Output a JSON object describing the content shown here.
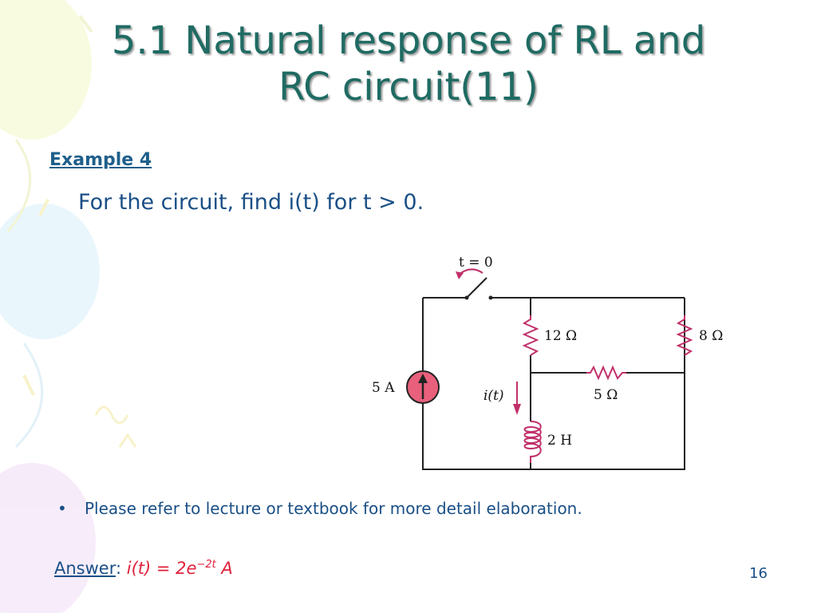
{
  "slide": {
    "title_line1": "5.1 Natural response of RL and",
    "title_line2": "RC circuit(11)",
    "example_label": "Example 4",
    "question": "For the circuit, find i(t) for t > 0.",
    "note_bullet": "•",
    "note": "Please refer to lecture or textbook for more detail elaboration.",
    "answer_label": "Answer",
    "answer_sep": ":",
    "answer_expr": "i(t) = 2e",
    "answer_exp": "−2t",
    "answer_unit": " A",
    "page_number": "16"
  },
  "circuit": {
    "switch_label": "t = 0",
    "source_label": "5 A",
    "r12_label": "12 Ω",
    "r8_label": "8 Ω",
    "r5_label": "5 Ω",
    "current_label": "i(t)",
    "inductor_label": "2 H"
  },
  "colors": {
    "title": "#1f6b63",
    "text": "#1a4f86",
    "answer_value": "#e0203a",
    "component": "#c0306a",
    "source_fill": "#e8607c"
  }
}
